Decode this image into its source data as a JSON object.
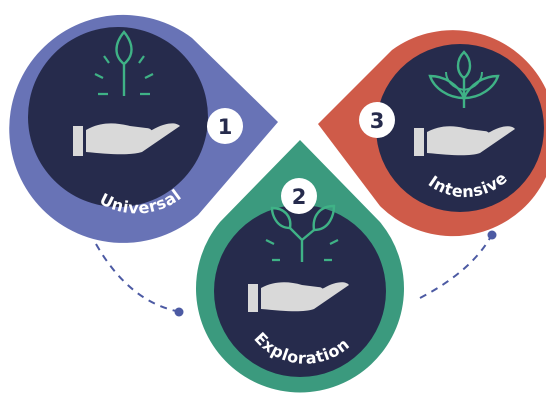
{
  "stages": [
    {
      "number": "1",
      "label": "Universal",
      "color": "#6873b6"
    },
    {
      "number": "2",
      "label": "Exploration",
      "color": "#3b9a7e"
    },
    {
      "number": "3",
      "label": "Intensive",
      "color": "#cf5b49"
    }
  ],
  "colors": {
    "inner_circle": "#262b4c",
    "hand": "#d9d9d9",
    "sprout_stroke": "#3fb286",
    "connector": "#4c5aa3",
    "number_badge": "#ffffff"
  },
  "icons": {
    "stage_1": "sprout-in-hand-icon",
    "stage_2": "sprout-in-hand-icon",
    "stage_3": "sprout-in-hand-icon"
  }
}
